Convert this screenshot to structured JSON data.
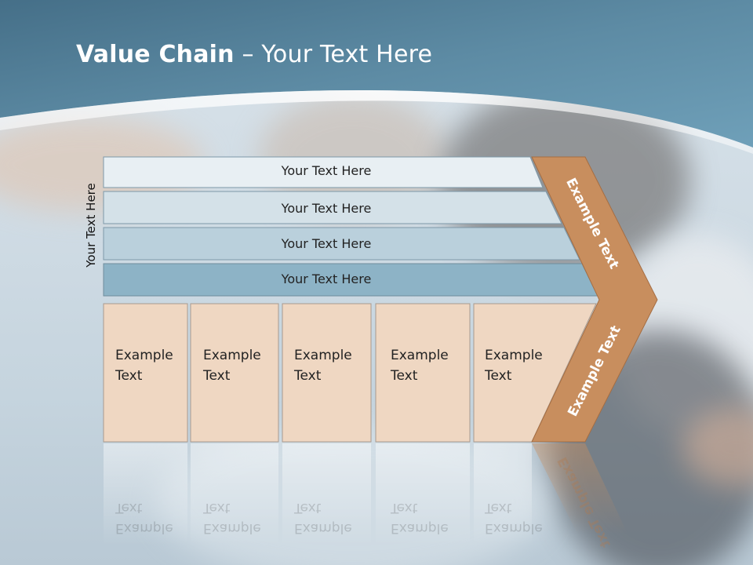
{
  "slide": {
    "title_bold": "Value Chain",
    "title_rest": " – Your Text Here",
    "side_label": "Your Text Here"
  },
  "bars": [
    {
      "label": "Your Text Here"
    },
    {
      "label": "Your Text Here"
    },
    {
      "label": "Your Text Here"
    },
    {
      "label": "Your Text Here"
    }
  ],
  "columns": [
    {
      "line1": "Example",
      "line2": "Text"
    },
    {
      "line1": "Example",
      "line2": "Text"
    },
    {
      "line1": "Example",
      "line2": "Text"
    },
    {
      "line1": "Example",
      "line2": "Text"
    },
    {
      "line1": "Example",
      "line2": "Text"
    }
  ],
  "chevron": {
    "upper_label": "Example Text",
    "lower_label": "Example Text"
  },
  "colors": {
    "header": "#4f84a0",
    "bar1": "#e8eff3",
    "bar2": "#d4e1e8",
    "bar3": "#bad0dc",
    "bar4": "#8db3c6",
    "column": "#efd7c2",
    "chevron": "#c88e5e"
  }
}
